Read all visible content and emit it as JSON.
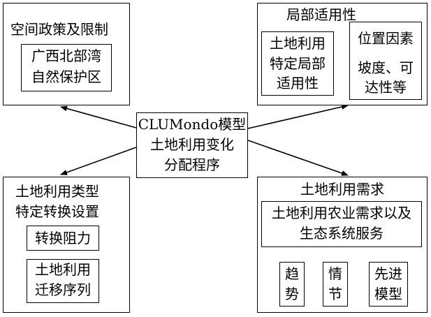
{
  "diagram": {
    "center": {
      "lines": [
        "CLUMondo模型",
        "土地利用变化",
        "分配程序"
      ]
    },
    "top_left": {
      "title": "空间政策及限制",
      "inner": {
        "lines": [
          "广西北部湾",
          "自然保护区"
        ]
      }
    },
    "top_right": {
      "title": "局部适用性",
      "left_inner": {
        "lines": [
          "土地利用",
          "特定局部",
          "适用性"
        ]
      },
      "right_inner": {
        "lines": [
          "位置因素",
          "坡度、可",
          "达性等"
        ]
      }
    },
    "bottom_left": {
      "title_lines": [
        "土地利用类型",
        "特定转换设置"
      ],
      "inner_1": {
        "lines": [
          "转换阻力"
        ]
      },
      "inner_2": {
        "lines": [
          "土地利用",
          "迁移序列"
        ]
      }
    },
    "bottom_right": {
      "title": "土地利用需求",
      "inner": {
        "lines": [
          "土地利用农业需求以及",
          "生态系统服务"
        ]
      },
      "drivers": [
        {
          "lines": [
            "趋",
            "势"
          ]
        },
        {
          "lines": [
            "情",
            "节"
          ]
        },
        {
          "lines": [
            "先进",
            "模型"
          ]
        }
      ]
    }
  }
}
